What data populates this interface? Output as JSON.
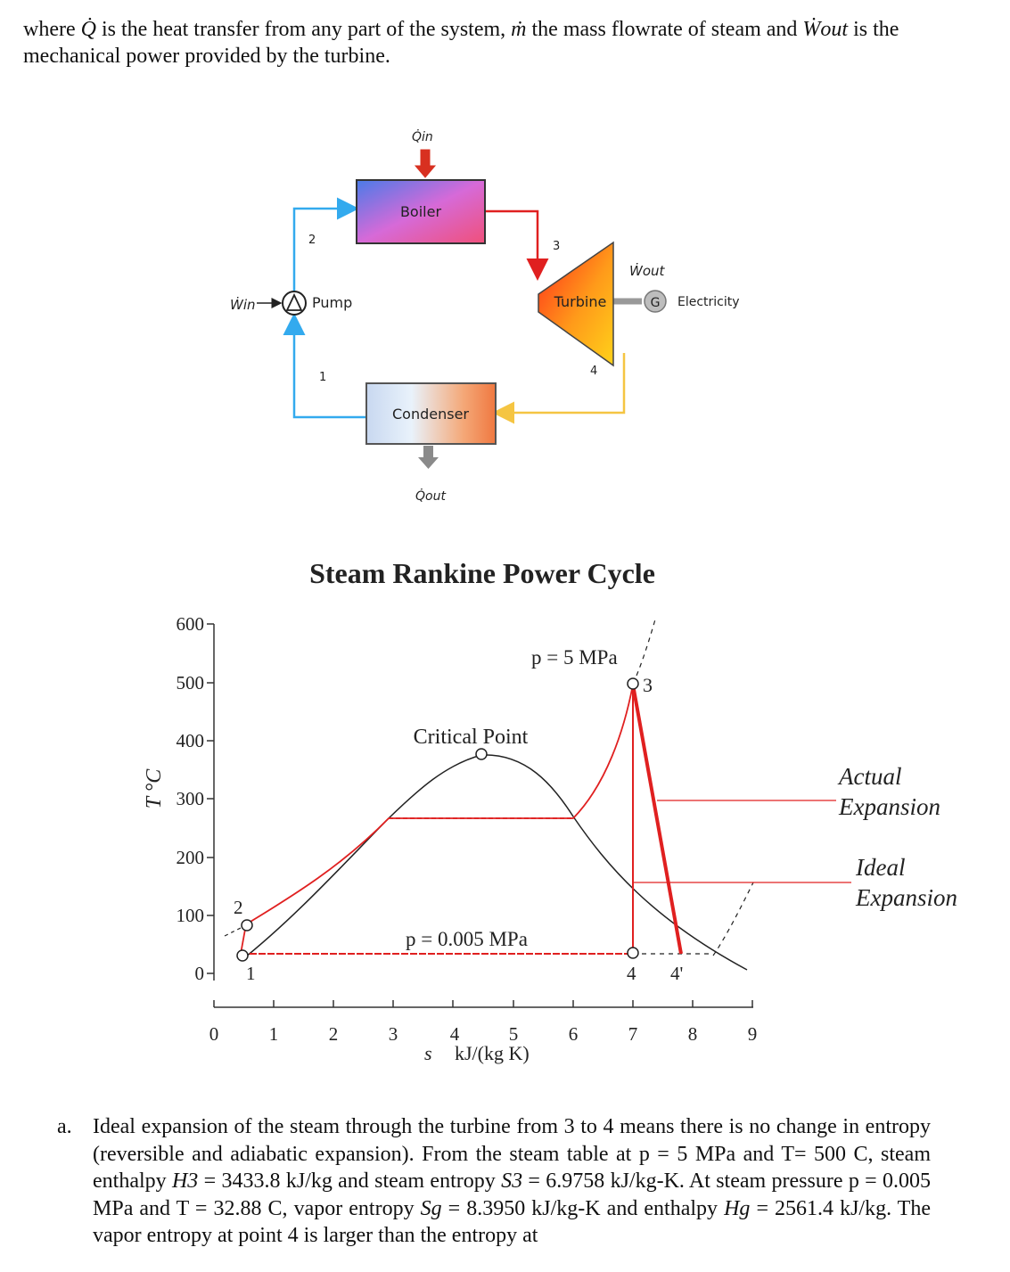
{
  "intro": {
    "part1": "where ",
    "q_symbol": "Q̇",
    "part2": " is the heat transfer from any part of the system, ",
    "m_symbol": "ṁ",
    "part3": " the mass flowrate of steam and ",
    "w_symbol": "Ẇout",
    "part4": " is the mechanical power provided by the turbine."
  },
  "cycle_diagram": {
    "q_in": "Q̇in",
    "boiler": "Boiler",
    "turbine": "Turbine",
    "pump": "Pump",
    "condenser": "Condenser",
    "q_out": "Q̇out",
    "w_in": "Ẇin",
    "w_out": "Ẇout",
    "generator": "G",
    "electricity": "Electricity",
    "state_1": "1",
    "state_2": "2",
    "state_3": "3",
    "state_4": "4"
  },
  "ts_diagram": {
    "title": "Steam Rankine Power Cycle",
    "ylabel": "T °C",
    "xlabel_symbol": "s",
    "xlabel_units": "kJ/(kg K)",
    "y_ticks": [
      "600",
      "500",
      "400",
      "300",
      "200",
      "100",
      "0"
    ],
    "x_ticks": [
      "0",
      "1",
      "2",
      "3",
      "4",
      "5",
      "6",
      "7",
      "8",
      "9"
    ],
    "critical_point": "Critical Point",
    "p_high": "p = 5 MPa",
    "p_low": "p = 0.005 MPa",
    "actual_expansion_1": "Actual",
    "actual_expansion_2": "Expansion",
    "ideal_expansion_1": "Ideal",
    "ideal_expansion_2": "Expansion",
    "pt1": "1",
    "pt2": "2",
    "pt3": "3",
    "pt4": "4",
    "pt4p": "4'"
  },
  "paragraph": {
    "marker": "a.",
    "t1": "Ideal expansion of the steam through the turbine from 3 to 4 means there is no change in entropy (reversible and adiabatic expansion). From the steam table at p = 5 MPa and T= 500 C, steam enthalpy ",
    "h3": "H3",
    "t2": " = 3433.8 kJ/kg and steam entropy ",
    "s3": "S3",
    "t3": " = 6.9758 kJ/kg-K. At steam pressure p = 0.005 MPa and T = 32.88 C, vapor entropy ",
    "sg": "Sg",
    "t4": " = 8.3950 kJ/kg-K and enthalpy ",
    "hg": "Hg",
    "t5": " = 2561.4 kJ/kg. The vapor entropy at point 4 is larger than the entropy at"
  },
  "colors": {
    "red_line": "#e02020",
    "blue_line": "#33aaee",
    "yellow_line": "#f5c542",
    "dark_line": "#222222"
  }
}
